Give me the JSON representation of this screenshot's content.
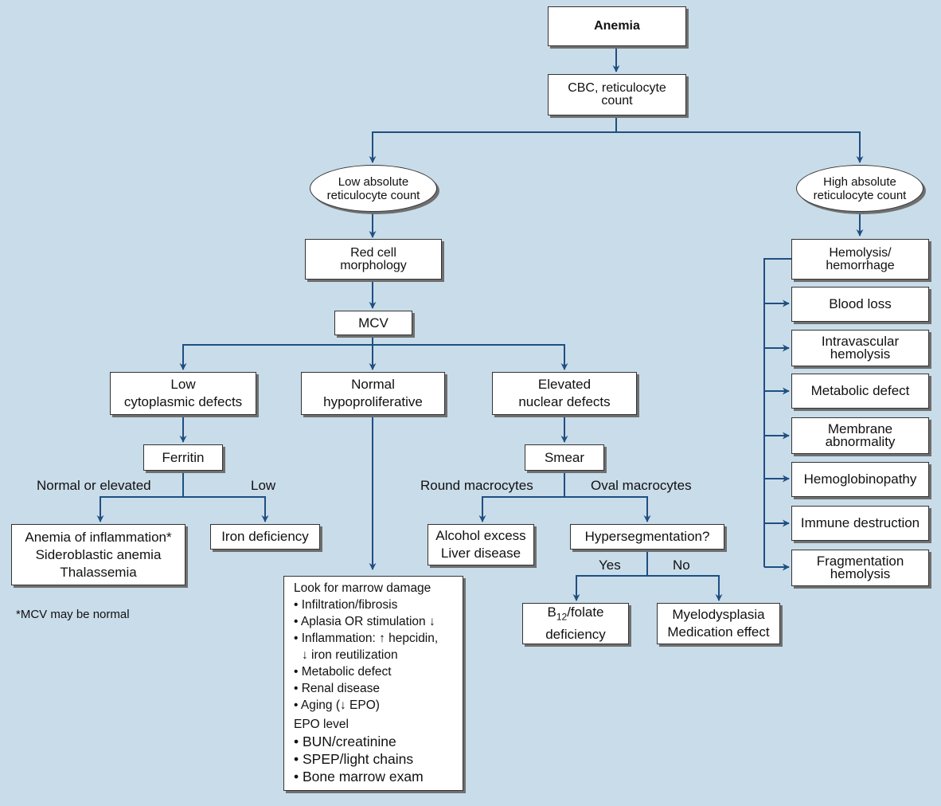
{
  "anemia": "Anemia",
  "cbc": [
    "CBC, reticulocyte",
    "count"
  ],
  "low_retic": [
    "Low absolute",
    "reticulocyte count"
  ],
  "high_retic": [
    "High absolute",
    "reticulocyte count"
  ],
  "red_cell_morph": [
    "Red cell",
    "morphology"
  ],
  "mcv": "MCV",
  "low_cyto": [
    "Low",
    "cytoplasmic defects"
  ],
  "normal_hypo": [
    "Normal",
    "hypoproliferative"
  ],
  "elevated_nuclear": [
    "Elevated",
    "nuclear defects"
  ],
  "ferritin": "Ferritin",
  "ferritin_normal_label": "Normal or elevated",
  "ferritin_low_label": "Low",
  "anemia_inflammation": [
    "Anemia of inflammation*",
    "Sideroblastic anemia",
    "Thalassemia"
  ],
  "iron_deficiency": "Iron deficiency",
  "footnote": "*MCV may be normal",
  "smear": "Smear",
  "round_macro_label": "Round macrocytes",
  "oval_macro_label": "Oval macrocytes",
  "alcohol": [
    "Alcohol excess",
    "Liver disease"
  ],
  "hyperseg": "Hypersegmentation?",
  "yes_label": "Yes",
  "no_label": "No",
  "b12": {
    "b": "B",
    "sub": "12",
    "rest": "/folate",
    "line2": "deficiency"
  },
  "myelo": [
    "Myelodysplasia",
    "Medication effect"
  ],
  "marrow": {
    "title": "Look for marrow damage",
    "items": [
      "• Infiltration/fibrosis",
      "• Aplasia OR stimulation ↓",
      "• Inflammation: ↑ hepcidin,",
      "↓ iron reutilization",
      "• Metabolic defect",
      "• Renal disease",
      "• Aging (↓ EPO)"
    ],
    "epo_title": "EPO level",
    "tests": [
      "• BUN/creatinine",
      "• SPEP/light chains",
      "• Bone marrow exam"
    ]
  },
  "hemolysis": [
    "Hemolysis/",
    "hemorrhage"
  ],
  "right_list": [
    [
      "Blood loss"
    ],
    [
      "Intravascular",
      "hemolysis"
    ],
    [
      "Metabolic defect"
    ],
    [
      "Membrane",
      "abnormality"
    ],
    [
      "Hemoglobinopathy"
    ],
    [
      "Immune destruction"
    ],
    [
      "Fragmentation",
      "hemolysis"
    ]
  ],
  "colors": {
    "background": "#c9dce9",
    "connector": "#1e4f82",
    "box": "#ffffff",
    "shadow": "#6f6f6f"
  }
}
